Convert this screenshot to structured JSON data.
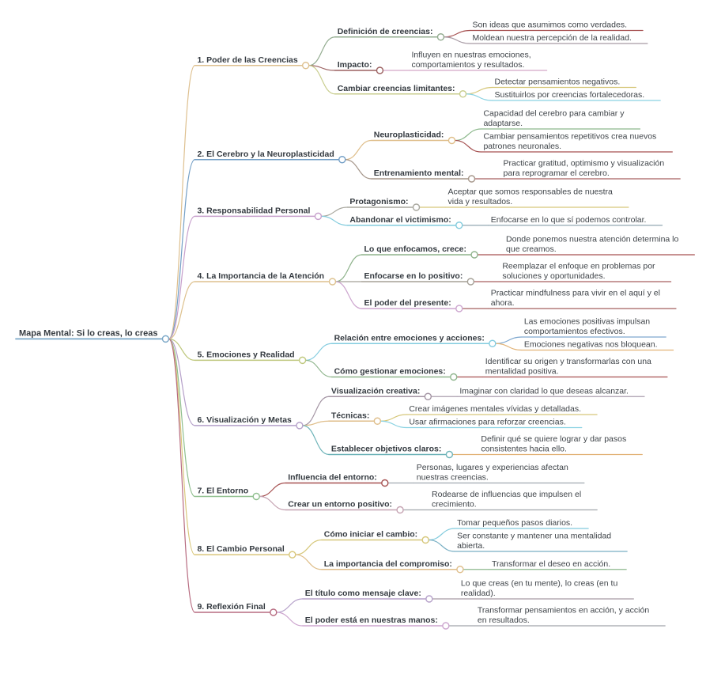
{
  "title": {
    "label": "Mapa Mental: Si lo creas, lo creas",
    "color": "#7aa7c7"
  },
  "colors": {
    "background": "#ffffff",
    "label_text": "#343a40",
    "leaf_text": "#3e4348",
    "node_fill": "#ffffff"
  },
  "branches": [
    {
      "label": "1. Poder de las Creencias",
      "color": "#dec08f",
      "children": [
        {
          "label": "Definición de creencias:",
          "color": "#93ac90",
          "children": [
            {
              "label": "Son ideas que asumimos como verdades.",
              "color": "#a65151"
            },
            {
              "label": "Moldean nuestra percepción de la realidad.",
              "color": "#a79aa4"
            }
          ]
        },
        {
          "label": "Impacto:",
          "color": "#9b6060",
          "children": [
            {
              "label": "Influyen en nuestras emociones, comportamientos y resultados.",
              "color": "#d3a8c6"
            }
          ]
        },
        {
          "label": "Cambiar creencias limitantes:",
          "color": "#c9ce8f",
          "children": [
            {
              "label": "Detectar pensamientos negativos.",
              "color": "#d6c77a"
            },
            {
              "label": "Sustituirlos por creencias fortalecedoras.",
              "color": "#8ad2e2"
            }
          ]
        }
      ]
    },
    {
      "label": "2. El Cerebro y la Neuroplasticidad",
      "color": "#739fc6",
      "children": [
        {
          "label": "Neuroplasticidad:",
          "color": "#dfbe8a",
          "children": [
            {
              "label": "Capacidad del cerebro para cambiar y adaptarse.",
              "color": "#8cb88c"
            },
            {
              "label": "Cambiar pensamientos repetitivos crea nuevos patrones neuronales.",
              "color": "#a65151"
            }
          ]
        },
        {
          "label": "Entrenamiento mental:",
          "color": "#a5968a",
          "children": [
            {
              "label": "Practicar gratitud, optimismo y visualización para reprogramar el cerebro.",
              "color": "#a65f5f"
            }
          ]
        }
      ]
    },
    {
      "label": "3. Responsabilidad Personal",
      "color": "#c7a0cc",
      "children": [
        {
          "label": "Protagonismo:",
          "color": "#a8a79e",
          "children": [
            {
              "label": "Aceptar que somos responsables de nuestra vida y resultados.",
              "color": "#d6c77a"
            }
          ]
        },
        {
          "label": "Abandonar el victimismo:",
          "color": "#82cbdd",
          "children": [
            {
              "label": "Enfocarse en lo que sí podemos controlar.",
              "color": "#93a7b3"
            }
          ]
        }
      ]
    },
    {
      "label": "4. La Importancia de la Atención",
      "color": "#ddc18e",
      "children": [
        {
          "label": "Lo que enfocamos, crece:",
          "color": "#8fb38c",
          "children": [
            {
              "label": "Donde ponemos nuestra atención determina lo que creamos.",
              "color": "#a65151"
            }
          ]
        },
        {
          "label": "Enfocarse en lo positivo:",
          "color": "#a5a096",
          "children": [
            {
              "label": "Reemplazar el enfoque en problemas por soluciones y oportunidades.",
              "color": "#a65f5f"
            }
          ]
        },
        {
          "label": "El poder del presente:",
          "color": "#cda6cf",
          "children": [
            {
              "label": "Practicar mindfulness para vivir en el aquí y el ahora.",
              "color": "#a3605f"
            }
          ]
        }
      ]
    },
    {
      "label": "5. Emociones y Realidad",
      "color": "#bfc87e",
      "children": [
        {
          "label": "Relación entre emociones y acciones:",
          "color": "#83ccdf",
          "children": [
            {
              "label": "Las emociones positivas impulsan comportamientos efectivos.",
              "color": "#7fa8cf"
            },
            {
              "label": "Emociones negativas nos bloquean.",
              "color": "#e2b377"
            }
          ]
        },
        {
          "label": "Cómo gestionar emociones:",
          "color": "#90b68e",
          "children": [
            {
              "label": "Identificar su origen y transformarlas con una mentalidad positiva.",
              "color": "#a65151"
            }
          ]
        }
      ]
    },
    {
      "label": "6. Visualización y Metas",
      "color": "#b5a0c9",
      "children": [
        {
          "label": "Visualización creativa:",
          "color": "#a394a3",
          "children": [
            {
              "label": "Imaginar con claridad lo que deseas alcanzar.",
              "color": "#ab9fae"
            }
          ]
        },
        {
          "label": "Técnicas:",
          "color": "#dfbe8a",
          "children": [
            {
              "label": "Crear imágenes mentales vívidas y detalladas.",
              "color": "#d6c77a"
            },
            {
              "label": "Usar afirmaciones para reforzar creencias.",
              "color": "#8ad2e2"
            }
          ]
        },
        {
          "label": "Establecer objetivos claros:",
          "color": "#6db3b8",
          "children": [
            {
              "label": "Definir qué se quiere lograr y dar pasos consistentes hacia ello.",
              "color": "#e2b377"
            }
          ]
        }
      ]
    },
    {
      "label": "7. El Entorno",
      "color": "#8fbf8e",
      "children": [
        {
          "label": "Influencia del entorno:",
          "color": "#a65151",
          "children": [
            {
              "label": "Personas, lugares y experiencias afectan nuestras creencias.",
              "color": "#9fa8b0"
            }
          ]
        },
        {
          "label": "Crear un entorno positivo:",
          "color": "#c5a3b2",
          "children": [
            {
              "label": "Rodearse de influencias que impulsen el crecimiento.",
              "color": "#a3a8ad"
            }
          ]
        }
      ]
    },
    {
      "label": "8. El Cambio Personal",
      "color": "#d9c87c",
      "children": [
        {
          "label": "Cómo iniciar el cambio:",
          "color": "#d6c77a",
          "children": [
            {
              "label": "Tomar pequeños pasos diarios.",
              "color": "#82cbdd"
            },
            {
              "label": "Ser constante y mantener una mentalidad abierta.",
              "color": "#79afc4"
            }
          ]
        },
        {
          "label": "La importancia del compromiso:",
          "color": "#dfbe8a",
          "children": [
            {
              "label": "Transformar el deseo en acción.",
              "color": "#8cb88c"
            }
          ]
        }
      ]
    },
    {
      "label": "9. Reflexión Final",
      "color": "#b76b80",
      "children": [
        {
          "label": "El título como mensaje clave:",
          "color": "#b5a0c9",
          "children": [
            {
              "label": "Lo que creas (en tu mente), lo creas (en tu realidad).",
              "color": "#a79aa4"
            }
          ]
        },
        {
          "label": "El poder está en nuestras manos:",
          "color": "#cda6cf",
          "children": [
            {
              "label": "Transformar pensamientos en acción, y acción en resultados.",
              "color": "#a0a4aa"
            }
          ]
        }
      ]
    }
  ]
}
